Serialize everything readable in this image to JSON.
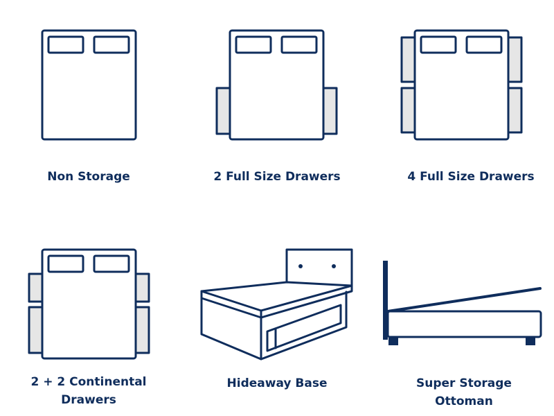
{
  "colors": {
    "ink": "#0f2d5c",
    "drawer_fill": "#e6e6e6",
    "background": "#ffffff"
  },
  "items": [
    {
      "label": "Non Storage",
      "icon": "bed-non-storage-icon"
    },
    {
      "label": "2 Full Size Drawers",
      "icon": "bed-2-drawers-icon"
    },
    {
      "label": "4 Full Size Drawers",
      "icon": "bed-4-drawers-icon"
    },
    {
      "label_line1": "2 + 2 Continental",
      "label_line2": "Drawers",
      "icon": "bed-2-plus-2-continental-icon"
    },
    {
      "label": "Hideaway Base",
      "icon": "bed-hideaway-base-icon"
    },
    {
      "label_line1": "Super Storage",
      "label_line2": "Ottoman",
      "icon": "bed-super-storage-ottoman-icon"
    }
  ]
}
